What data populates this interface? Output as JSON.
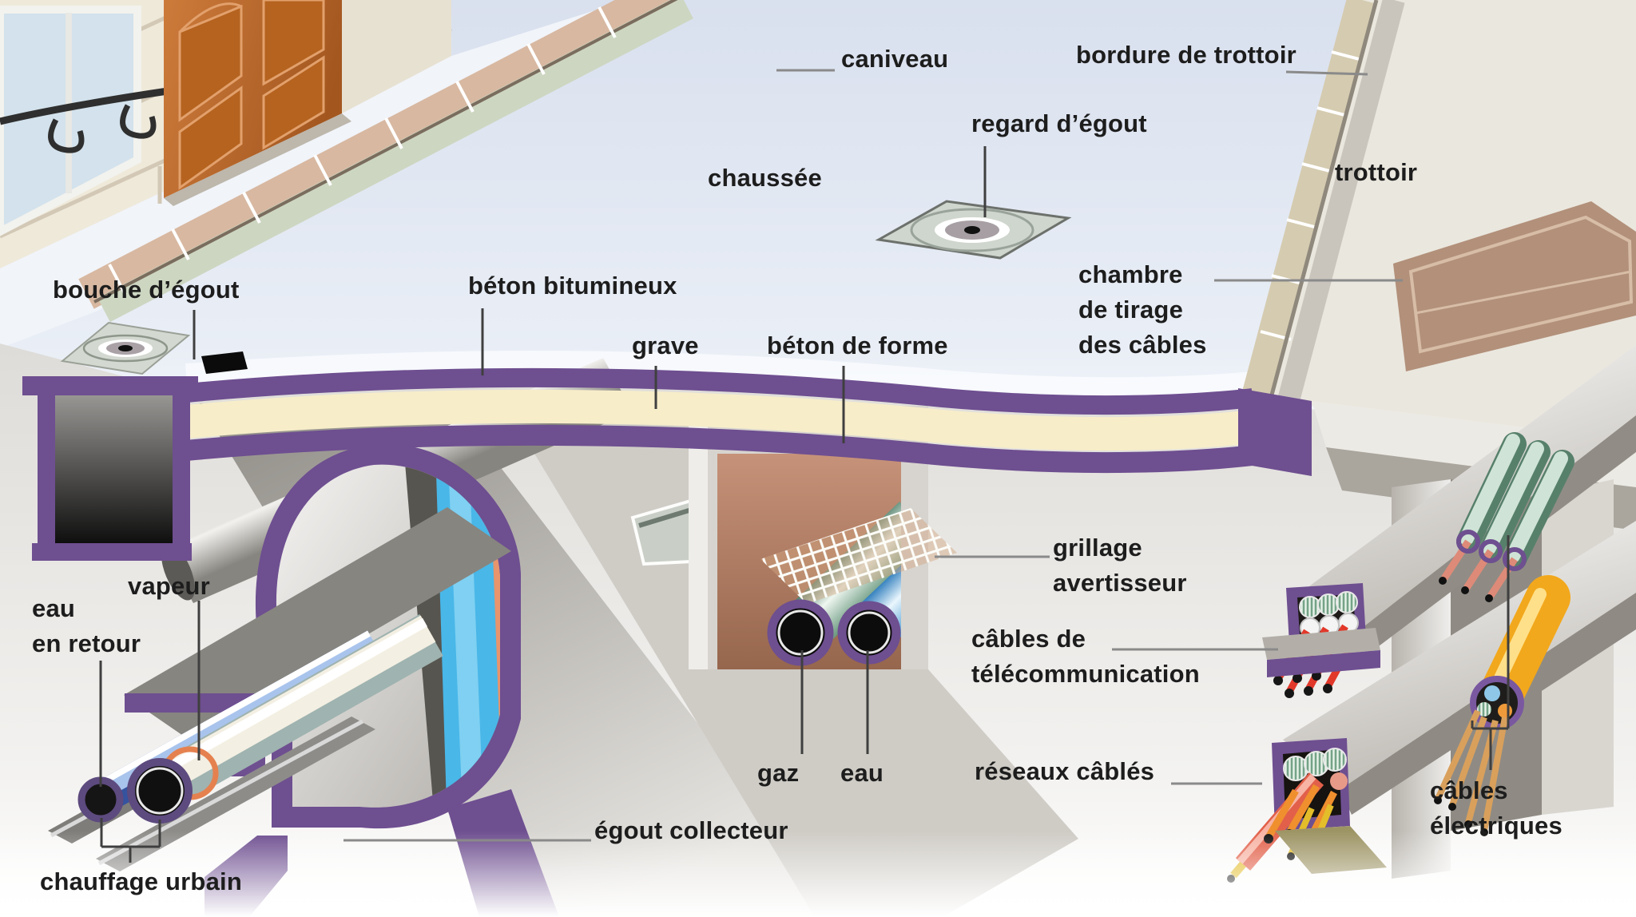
{
  "figure": {
    "type": "cutaway-diagram",
    "subject": "Coupe d'une rue : réseaux souterrains (street cross-section with underground utility networks)"
  },
  "palette": {
    "lining_purple": "#6e4f90",
    "grave_cream": "#f7edc9",
    "water_blue": "#49b7e8",
    "copper": "#e8946c",
    "door_orange": "#c06f33",
    "red_cable": "#e2382a",
    "orange_cable": "#ef8f2e",
    "yellow_cable": "#e3bd2a",
    "gas_green": "#6c9a80",
    "street_gray": "#dfe4ef",
    "sidewalk_tan": "#d5cbb0",
    "chamber_brown": "#b2907a"
  },
  "labels": {
    "caniveau": "caniveau",
    "bordure": "bordure de trottoir",
    "regard": "regard d’égout",
    "chaussee": "chaussée",
    "trottoir": "trottoir",
    "bouche": "bouche d’égout",
    "beton_bitumineux": "béton bitumineux",
    "grave": "grave",
    "beton_forme": "béton de forme",
    "chambre": "chambre\nde tirage\ndes câbles",
    "grillage": "grillage\navertisseur",
    "cables_telecom": "câbles de\ntélécommunication",
    "reseaux": "réseaux câblés",
    "cables_electriques": "câbles\nélectriques",
    "eau_retour": "eau\nen retour",
    "vapeur": "vapeur",
    "chauffage": "chauffage urbain",
    "egout": "égout collecteur",
    "gaz": "gaz",
    "eau": "eau"
  }
}
